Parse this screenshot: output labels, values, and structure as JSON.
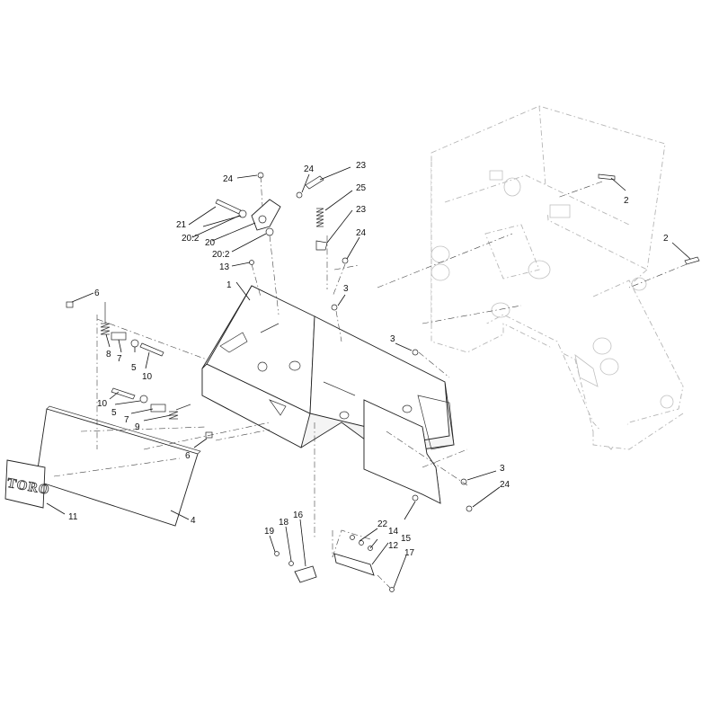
{
  "diagram": {
    "logo_text": "TORO",
    "callouts": {
      "c1": "1",
      "c2a": "2",
      "c2b": "2",
      "c3a": "3",
      "c3b": "3",
      "c3c": "3",
      "c4": "4",
      "c5a": "5",
      "c5b": "5",
      "c6a": "6",
      "c6b": "6",
      "c7a": "7",
      "c7b": "7",
      "c8": "8",
      "c9": "9",
      "c10a": "10",
      "c10b": "10",
      "c11": "11",
      "c12": "12",
      "c13": "13",
      "c14": "14",
      "c15": "15",
      "c16": "16",
      "c17": "17",
      "c18": "18",
      "c19": "19",
      "c20a": "20:2",
      "c20b": "20",
      "c20c": "20:2",
      "c21": "21",
      "c22": "22",
      "c23a": "23",
      "c23b": "23",
      "c24a": "24",
      "c24b": "24",
      "c24c": "24",
      "c24d": "24",
      "c25": "25"
    }
  }
}
